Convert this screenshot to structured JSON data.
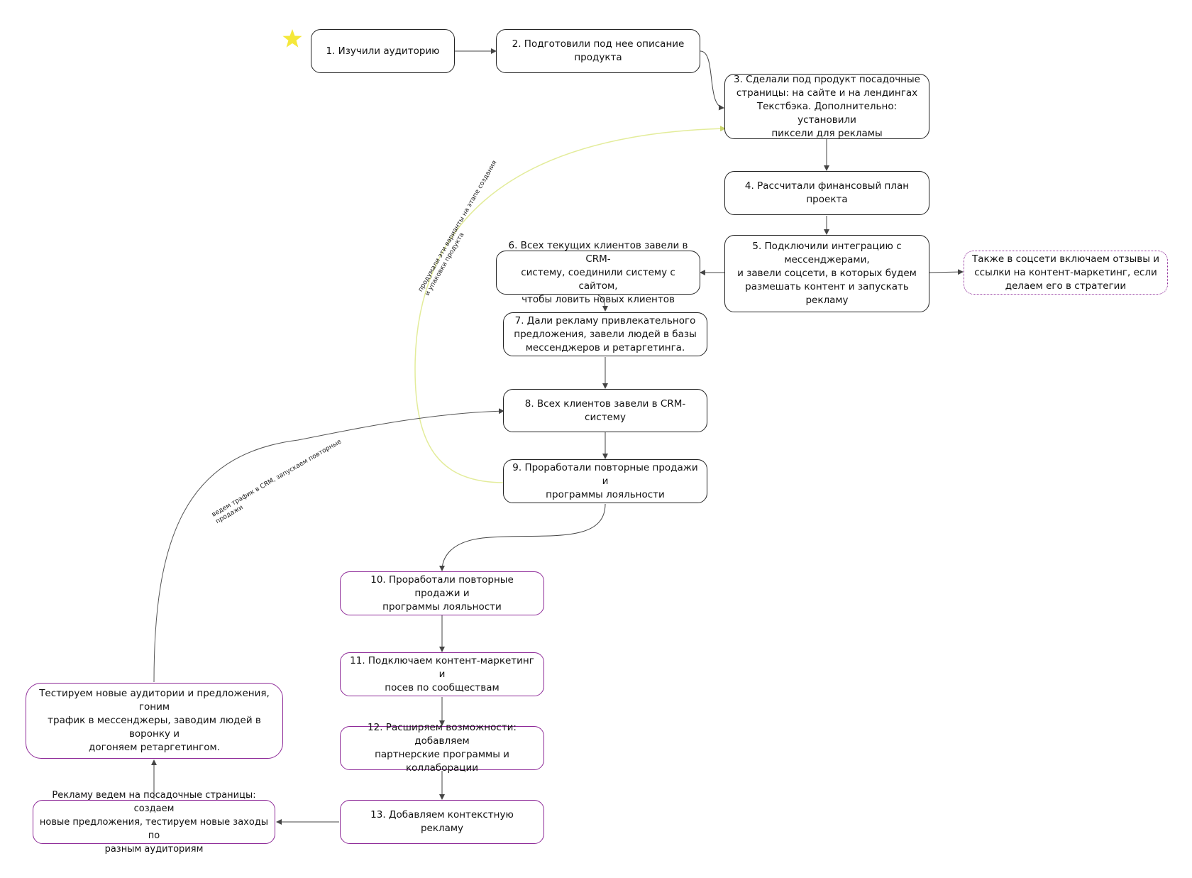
{
  "nodes": {
    "n1": "1. Изучили аудиторию",
    "n2": "2. Подготовили под нее описание\nпродукта",
    "n3": "3. Сделали под продукт посадочные\nстраницы: на сайте и на лендингах\nТекстбэка. Дополнительно: установили\nпиксели для рекламы",
    "n4": "4. Рассчитали финансовый план проекта",
    "n5": "5. Подключили интеграцию с\nмессенджерами,\nи завели соцсети, в которых будем\nразмешать контент и запускать рекламу",
    "n5b": "Также в соцсети включаем отзывы и\nссылки на контент-маркетинг, если\nделаем его в стратегии",
    "n6": "6. Всех текущих клиентов завели в CRM-\nсистему, соединили систему с сайтом,\nчтобы ловить новых клиентов",
    "n7": "7. Дали рекламу привлекательного\nпредложения, завели людей в базы\nмессенджеров и ретаргетинга.",
    "n8": "8. Всех клиентов завели в CRM-систему",
    "n9": "9. Проработали повторные продажи и\nпрограммы лояльности",
    "n10": "10. Проработали повторные продажи и\nпрограммы лояльности",
    "n11": "11. Подключаем контент-маркетинг и\nпосев по сообществам",
    "n12": "12. Расширяем возможности: добавляем\nпартнерские программы и коллаборации",
    "n13": "13. Добавляем контекстную рекламу",
    "n14": "Рекламу ведем на посадочные страницы: создаем\nновые предложения, тестируем новые заходы  по\nразным аудиториям",
    "n15": "Тестируем новые аудитории и предложения, гоним\nтрафик в мессенджеры, заводим людей в воронку и\nдогоняем ретаргетингом."
  },
  "edge_labels": {
    "yellow_loop": "продумали эти варианты на этапе создания\nи упаковки продукта",
    "gray_loop": "ведем трафик в CRM, запускаем повторные\nпродажи"
  },
  "colors": {
    "node_border": "#222222",
    "purple_border": "#8e2a98",
    "yellow_curve": "#e3ec9a",
    "star": "#f5e83a",
    "arrow": "#444444"
  },
  "icons": {
    "start_marker": "star-icon"
  }
}
